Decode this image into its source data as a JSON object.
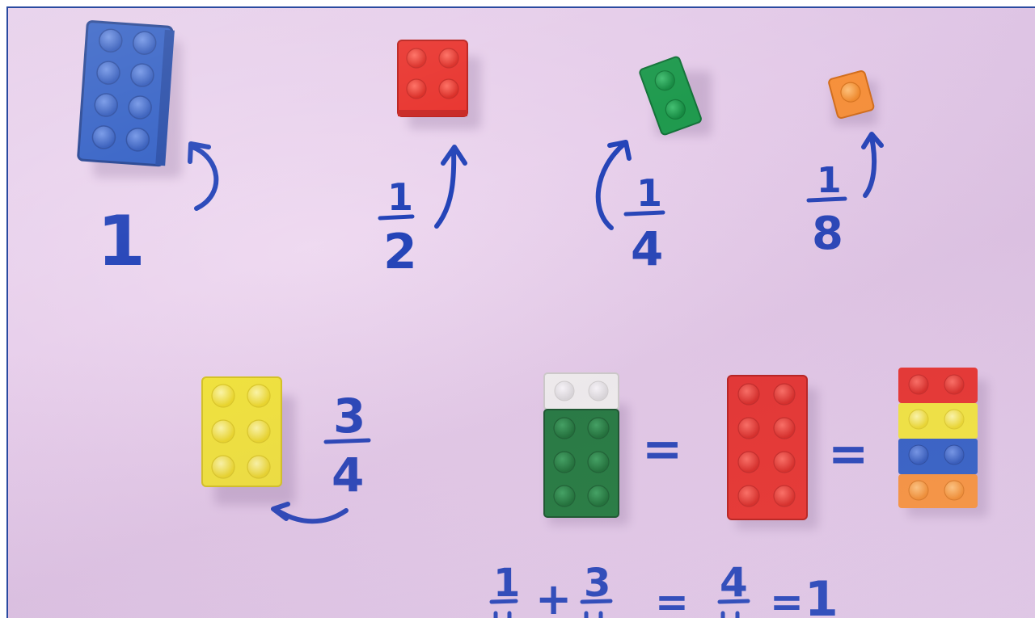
{
  "colors": {
    "ink": "#2444b8",
    "paper": "#e6cdea",
    "brick_blue": "#2f5dc4",
    "brick_red": "#e8302a",
    "brick_green": "#1f9a4e",
    "brick_orange": "#f7913a",
    "brick_yellow": "#f3e63a",
    "brick_dark_green": "#1d7a3a",
    "brick_white": "#f5f5f2"
  },
  "labels": {
    "whole": "1",
    "half_num": "1",
    "half_den": "2",
    "quarter_num": "1",
    "quarter_den": "4",
    "eighth_num": "1",
    "eighth_den": "8",
    "three_quarter_num": "3",
    "three_quarter_den": "4",
    "equals_a": "=",
    "equals_b": "=",
    "eq_term1_num": "1",
    "eq_plus": "+",
    "eq_term2_num": "3",
    "eq_equals1": "=",
    "eq_term3_num": "4",
    "eq_equals2": "=",
    "eq_result": "1"
  }
}
